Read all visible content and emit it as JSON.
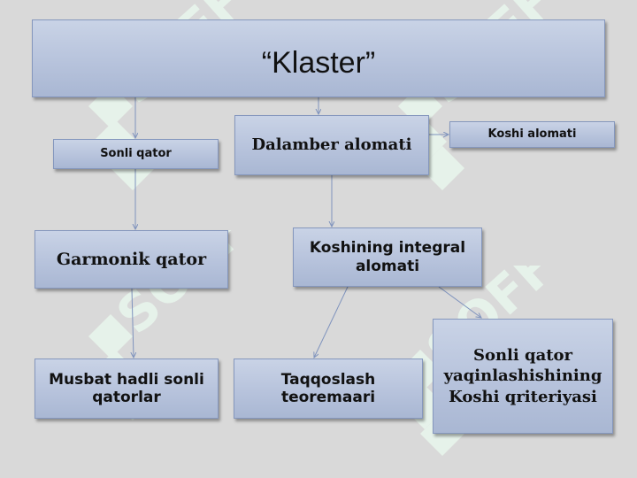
{
  "diagram": {
    "title": "“Klaster”",
    "nodes": {
      "sonli_qator": "Sonli qator",
      "dalamber": "Dalamber alomati",
      "koshi_alomati": "Koshi alomati",
      "garmonik": "Garmonik qator",
      "koshi_integral": "Koshining integral alomati",
      "musbat": "Musbat hadli sonli qatorlar",
      "taqqoslash": "Taqqoslash teoremaari",
      "koshi_kriteriy": "Sonli qator yaqinlashishining Koshi qriteriyasi"
    },
    "edges": [
      [
        "title",
        "sonli_qator"
      ],
      [
        "title",
        "dalamber"
      ],
      [
        "dalamber",
        "koshi_alomati"
      ],
      [
        "sonli_qator",
        "garmonik"
      ],
      [
        "dalamber",
        "koshi_integral"
      ],
      [
        "garmonik",
        "musbat"
      ],
      [
        "koshi_integral",
        "taqqoslash"
      ],
      [
        "koshi_integral",
        "koshi_kriteriy"
      ]
    ]
  },
  "colors": {
    "background": "#d9d9d9",
    "box_fill": "#b7c3dc",
    "box_border": "#8597bd",
    "connector": "#7f93bd",
    "watermark": "#e8f5ec"
  },
  "watermark": {
    "text": "SOFF",
    "icon": "soff-logo-icon"
  }
}
